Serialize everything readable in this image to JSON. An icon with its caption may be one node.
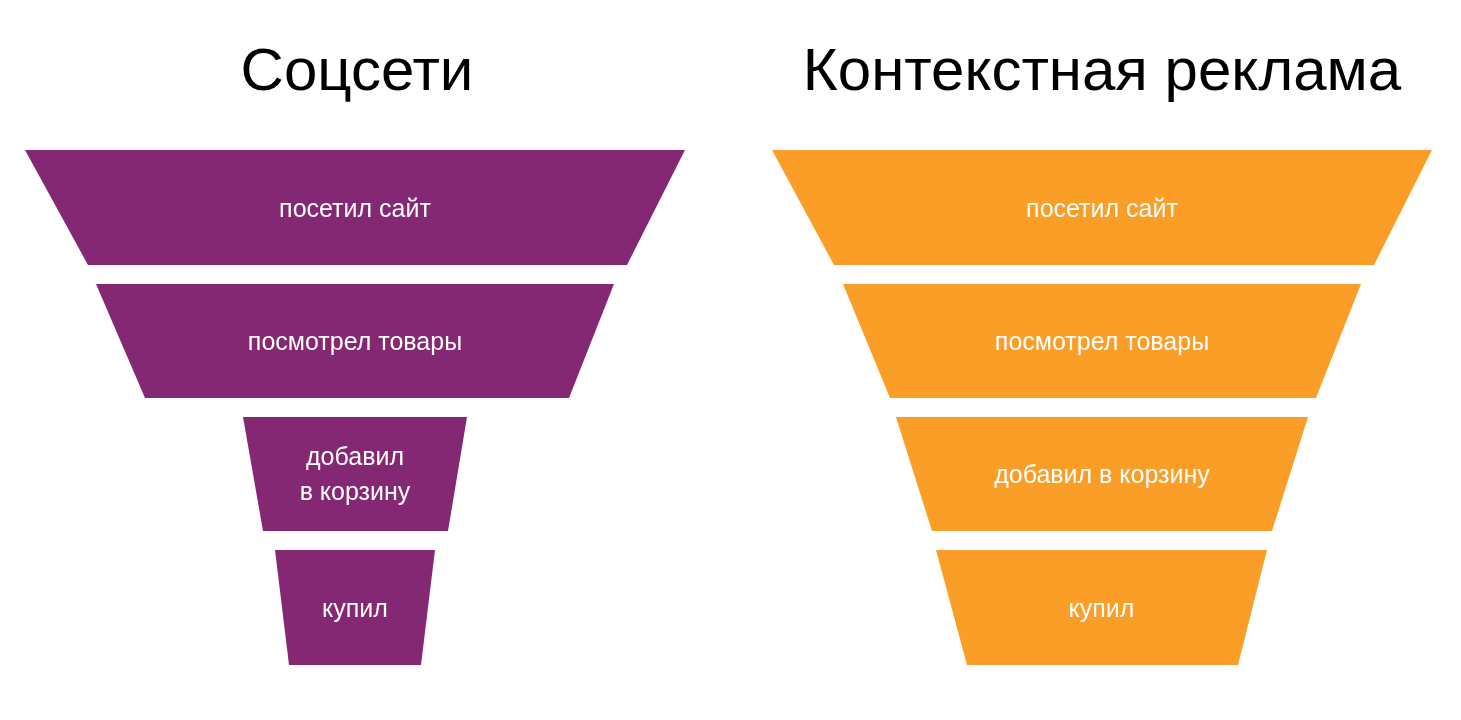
{
  "diagram": {
    "nodes": [
      {
        "text": [
          "посетил сайт"
        ]
      },
      {
        "text": [
          "посмотрел товары"
        ]
      },
      {
        "text": [
          "добавил в корзину"
        ]
      },
      {
        "text": [
          "купил"
        ]
      },
      {
        "text": [
          "посетил сайт"
        ]
      },
      {
        "text": [
          "посмотрел товары"
        ]
      },
      {
        "text": [
          "добавил в корзину"
        ]
      },
      {
        "text": [
          "купил"
        ]
      }
    ],
    "labels": [
      "Соцсети",
      "Контекстная реклама"
    ]
  }
}
